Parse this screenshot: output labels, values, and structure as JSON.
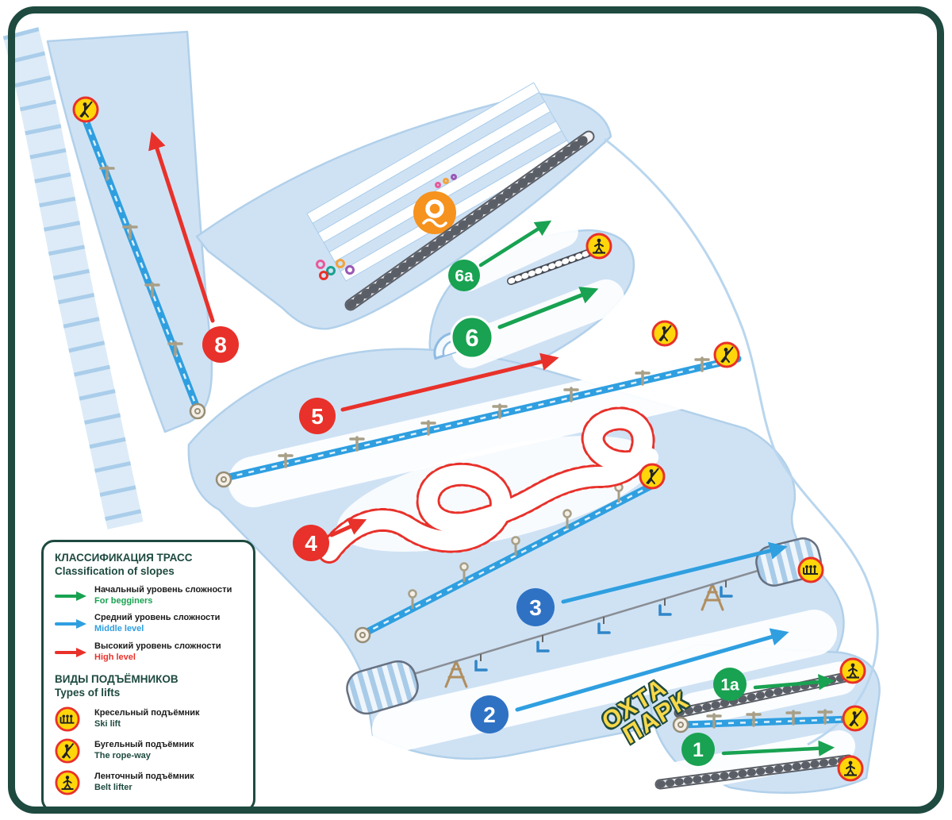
{
  "logo": {
    "line1": "ОХТА",
    "line2": "ПАРК"
  },
  "legend": {
    "slopes": {
      "title_ru": "КЛАССИФИКАЦИЯ ТРАСС",
      "title_en": "Classification of slopes",
      "items": [
        {
          "ru": "Начальный уровень сложности",
          "en": "For begginers",
          "color": "#18a251",
          "icon": "green-arrow-icon"
        },
        {
          "ru": "Средний уровень сложности",
          "en": "Middle level",
          "color": "#2f9fe0",
          "icon": "blue-arrow-icon"
        },
        {
          "ru": "Высокий уровень сложности",
          "en": "High level",
          "color": "#e8312a",
          "icon": "red-arrow-icon"
        }
      ]
    },
    "lifts": {
      "title_ru": "ВИДЫ ПОДЪЁМНИКОВ",
      "title_en": "Types of lifts",
      "items": [
        {
          "ru": "Кресельный подъёмник",
          "en": "Ski lift",
          "icon": "chairlift-icon"
        },
        {
          "ru": "Бугельный подъёмник",
          "en": "The rope-way",
          "icon": "rope-tow-icon"
        },
        {
          "ru": "Ленточный подъёмник",
          "en": "Belt lifter",
          "icon": "belt-lift-icon"
        }
      ]
    }
  },
  "trails": {
    "t1": {
      "label": "1",
      "difficulty": "beginner"
    },
    "t1a": {
      "label": "1а",
      "difficulty": "beginner"
    },
    "t2": {
      "label": "2",
      "difficulty": "middle"
    },
    "t3": {
      "label": "3",
      "difficulty": "middle"
    },
    "t4": {
      "label": "4",
      "difficulty": "high"
    },
    "t5": {
      "label": "5",
      "difficulty": "high"
    },
    "t6": {
      "label": "6",
      "difficulty": "beginner"
    },
    "t6a": {
      "label": "6а",
      "difficulty": "beginner"
    },
    "t8": {
      "label": "8",
      "difficulty": "high"
    }
  },
  "colors": {
    "frame_green": "#1e4a40",
    "slope_fill": "#cfe2f4",
    "strip_blue": "#2f9fe0",
    "badge_blue": "#2f72c4",
    "badge_green": "#18a251",
    "badge_red": "#e8312a",
    "lift_icon_yellow": "#ffd60a",
    "tubing_orange": "#f6921e"
  }
}
